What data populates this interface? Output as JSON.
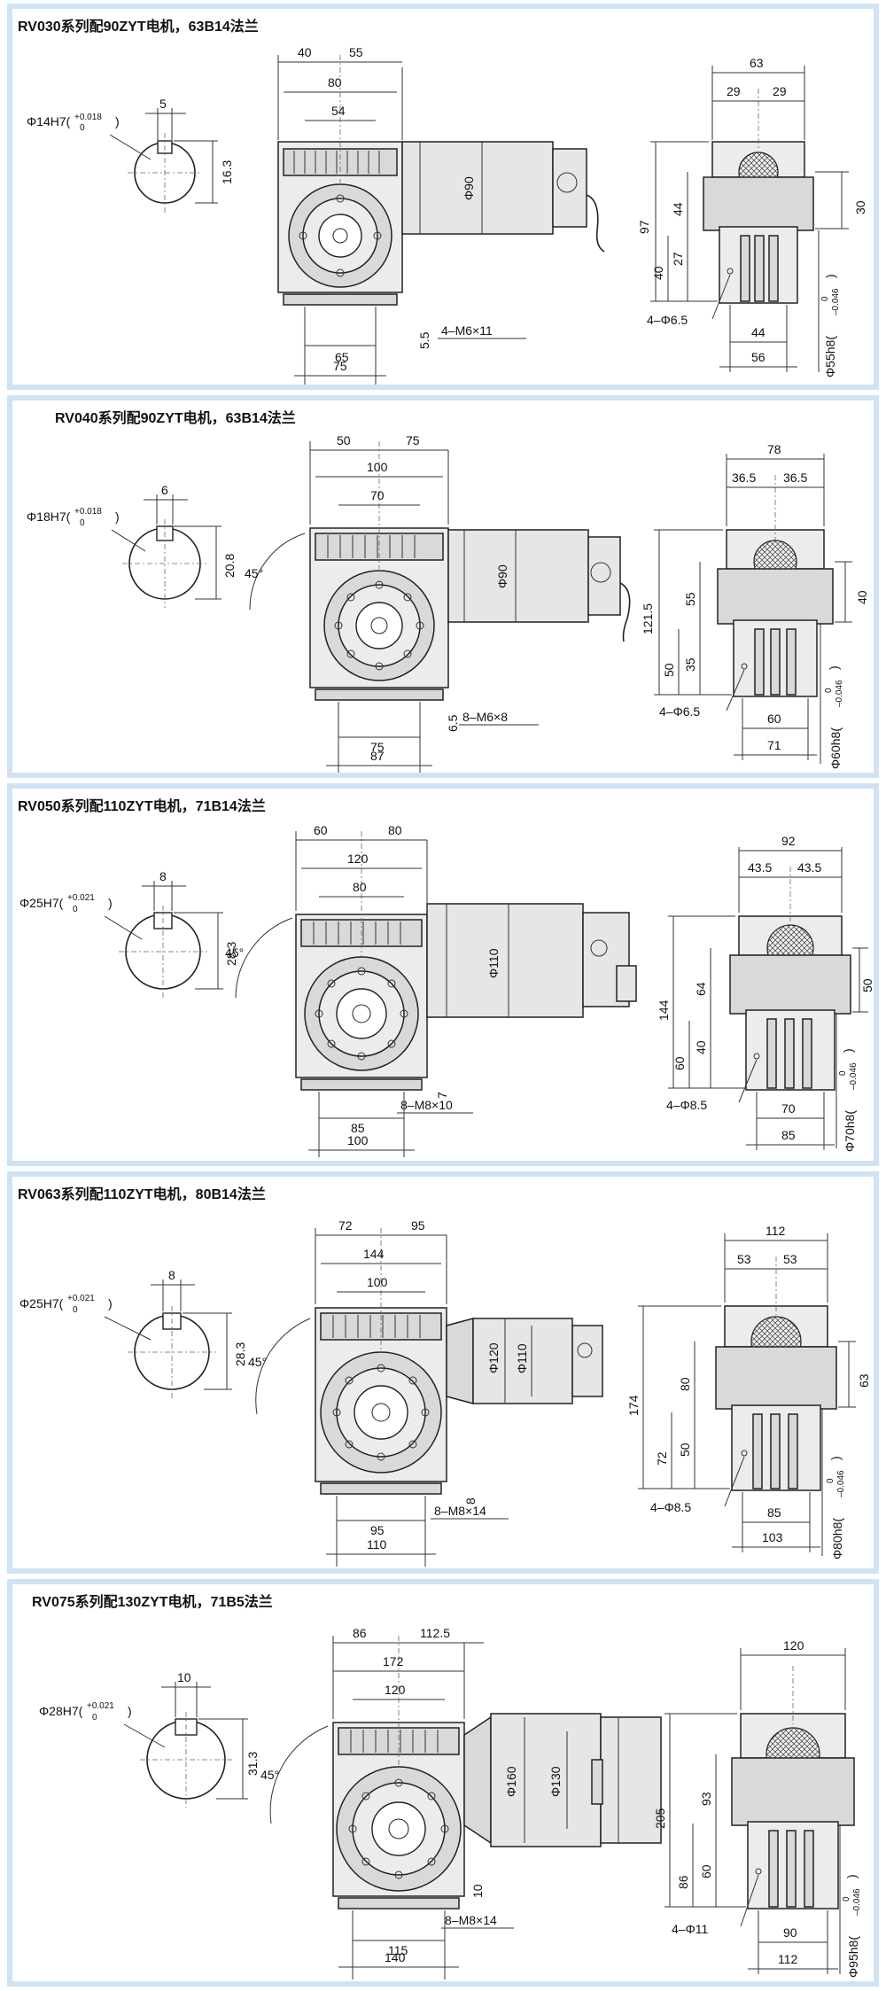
{
  "sections": [
    {
      "title": "RV030系列配90ZYT电机，63B14法兰",
      "shaft": {
        "dia": "Φ14H7(",
        "tol_up": "+0.018",
        "tol_lo": "0",
        "close": ")",
        "key": "5",
        "height": "16.3"
      },
      "front": {
        "top1": "40",
        "top2": "55",
        "w1": "80",
        "w2": "54",
        "motor": "Φ90",
        "s1": "5.5",
        "holes": "4–M6×11",
        "b1": "65",
        "b2": "75"
      },
      "side": {
        "w": "63",
        "h1": "29",
        "h2": "29",
        "v1": "97",
        "v2": "44",
        "v3": "27",
        "v4": "40",
        "r1": "30",
        "hole": "4–Φ6.5",
        "b1": "44",
        "b2": "56",
        "flange": "Φ55h8(",
        "f_up": "0",
        "f_lo": "–0.046",
        "f_close": ")"
      }
    },
    {
      "title": "RV040系列配90ZYT电机，63B14法兰",
      "shaft": {
        "dia": "Φ18H7(",
        "tol_up": "+0.018",
        "tol_lo": "0",
        "close": ")",
        "key": "6",
        "height": "20.8"
      },
      "front": {
        "top1": "50",
        "top2": "75",
        "w1": "100",
        "w2": "70",
        "angle": "45°",
        "motor": "Φ90",
        "s1": "6.5",
        "holes": "8–M6×8",
        "b1": "75",
        "b2": "87"
      },
      "side": {
        "w": "78",
        "h1": "36.5",
        "h2": "36.5",
        "v1": "121.5",
        "v2": "55",
        "v3": "35",
        "v4": "50",
        "r1": "40",
        "hole": "4–Φ6.5",
        "b1": "60",
        "b2": "71",
        "flange": "Φ60h8(",
        "f_up": "0",
        "f_lo": "–0.046",
        "f_close": ")"
      }
    },
    {
      "title": "RV050系列配110ZYT电机，71B14法兰",
      "shaft": {
        "dia": "Φ25H7(",
        "tol_up": "+0.021",
        "tol_lo": "0",
        "close": ")",
        "key": "8",
        "height": "28.3"
      },
      "front": {
        "top1": "60",
        "top2": "80",
        "w1": "120",
        "w2": "80",
        "angle": "45°",
        "motor": "Φ110",
        "s1": "7",
        "holes": "8–M8×10",
        "b1": "85",
        "b2": "100"
      },
      "side": {
        "w": "92",
        "h1": "43.5",
        "h2": "43.5",
        "v1": "144",
        "v2": "64",
        "v3": "40",
        "v4": "60",
        "r1": "50",
        "hole": "4–Φ8.5",
        "b1": "70",
        "b2": "85",
        "flange": "Φ70h8(",
        "f_up": "0",
        "f_lo": "–0.046",
        "f_close": ")"
      }
    },
    {
      "title": "RV063系列配110ZYT电机，80B14法兰",
      "shaft": {
        "dia": "Φ25H7(",
        "tol_up": "+0.021",
        "tol_lo": "0",
        "close": ")",
        "key": "8",
        "height": "28.3"
      },
      "front": {
        "top1": "72",
        "top2": "95",
        "w1": "144",
        "w2": "100",
        "angle": "45°",
        "motor": "Φ120",
        "motor2": "Φ110",
        "s1": "8",
        "holes": "8–M8×14",
        "b1": "95",
        "b2": "110"
      },
      "side": {
        "w": "112",
        "h1": "53",
        "h2": "53",
        "v1": "174",
        "v2": "80",
        "v3": "50",
        "v4": "72",
        "r1": "63",
        "hole": "4–Φ8.5",
        "b1": "85",
        "b2": "103",
        "flange": "Φ80h8(",
        "f_up": "0",
        "f_lo": "–0.046",
        "f_close": ")"
      }
    },
    {
      "title": "RV075系列配130ZYT电机，71B5法兰",
      "shaft": {
        "dia": "Φ28H7(",
        "tol_up": "+0.021",
        "tol_lo": "0",
        "close": ")",
        "key": "10",
        "height": "31.3"
      },
      "front": {
        "top1": "86",
        "top2": "112.5",
        "w1": "172",
        "w2": "120",
        "angle": "45°",
        "motor": "Φ160",
        "motor2": "Φ130",
        "s1": "10",
        "holes": "8–M8×14",
        "b1": "115",
        "b2": "140"
      },
      "side": {
        "w": "120",
        "v1": "205",
        "v2": "93",
        "v3": "60",
        "v4": "86",
        "hole": "4–Φ11",
        "b1": "90",
        "b2": "112",
        "flange": "Φ95h8(",
        "f_up": "0",
        "f_lo": "–0.046",
        "f_close": ")"
      }
    }
  ]
}
